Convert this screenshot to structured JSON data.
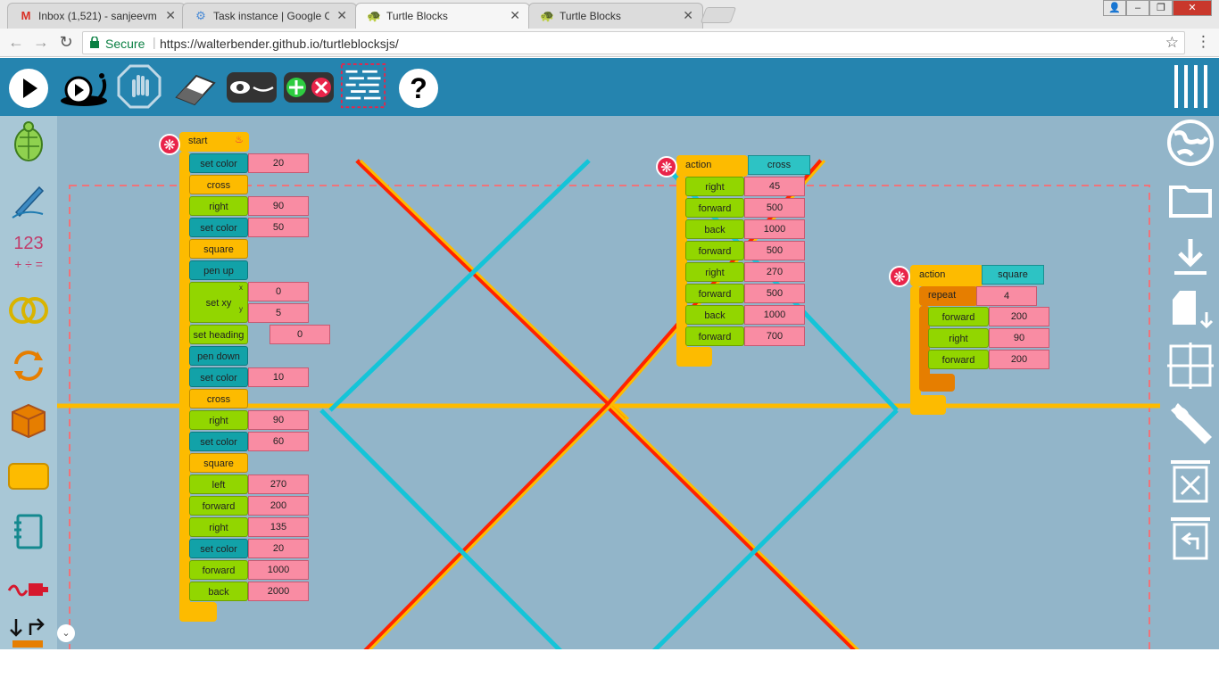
{
  "browser": {
    "tabs": [
      {
        "title": "Inbox (1,521) - sanjeevm",
        "icon": "gmail-icon"
      },
      {
        "title": "Task instance | Google C",
        "icon": "gear-icon"
      },
      {
        "title": "Turtle Blocks",
        "icon": "turtle-icon"
      },
      {
        "title": "Turtle Blocks",
        "icon": "turtle-icon"
      }
    ],
    "secure_label": "Secure",
    "url": "https://walterbender.github.io/turtleblocksjs/"
  },
  "palette": {
    "numbers_label": "123"
  },
  "colors": {
    "toolbar_bg": "#2584af",
    "canvas_bg": "#92b5c9",
    "start_hat": "#fdbb00",
    "pen_block": "#12a2a8",
    "turtle_block": "#92d600",
    "number_value": "#f98ca3",
    "name_value": "#2dc3c4",
    "repeat_block": "#e67e00"
  },
  "start_stack": {
    "label": "start",
    "blocks": [
      {
        "label": "set color",
        "value": "20"
      },
      {
        "label": "cross",
        "value": ""
      },
      {
        "label": "right",
        "value": "90"
      },
      {
        "label": "set color",
        "value": "50"
      },
      {
        "label": "square",
        "value": ""
      },
      {
        "label": "pen up",
        "value": ""
      },
      {
        "label": "set xy",
        "x_label": "x",
        "y_label": "y",
        "x": "0",
        "y": "5"
      },
      {
        "label": "set heading",
        "value": "0"
      },
      {
        "label": "pen down",
        "value": ""
      },
      {
        "label": "set color",
        "value": "10"
      },
      {
        "label": "cross",
        "value": ""
      },
      {
        "label": "right",
        "value": "90"
      },
      {
        "label": "set color",
        "value": "60"
      },
      {
        "label": "square",
        "value": ""
      },
      {
        "label": "left",
        "value": "270"
      },
      {
        "label": "forward",
        "value": "200"
      },
      {
        "label": "right",
        "value": "135"
      },
      {
        "label": "set color",
        "value": "20"
      },
      {
        "label": "forward",
        "value": "1000"
      },
      {
        "label": "back",
        "value": "2000"
      }
    ]
  },
  "cross_action": {
    "label": "action",
    "name": "cross",
    "blocks": [
      {
        "label": "right",
        "value": "45"
      },
      {
        "label": "forward",
        "value": "500"
      },
      {
        "label": "back",
        "value": "1000"
      },
      {
        "label": "forward",
        "value": "500"
      },
      {
        "label": "right",
        "value": "270"
      },
      {
        "label": "forward",
        "value": "500"
      },
      {
        "label": "back",
        "value": "1000"
      },
      {
        "label": "forward",
        "value": "700"
      }
    ]
  },
  "square_action": {
    "label": "action",
    "name": "square",
    "repeat_label": "repeat",
    "repeat_value": "4",
    "blocks": [
      {
        "label": "forward",
        "value": "200"
      },
      {
        "label": "right",
        "value": "90"
      },
      {
        "label": "forward",
        "value": "200"
      }
    ]
  }
}
